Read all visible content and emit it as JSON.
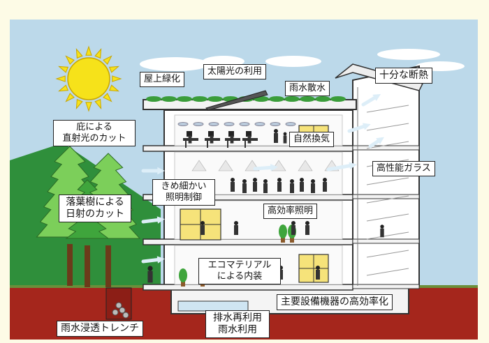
{
  "labels": {
    "rooftop_greening": "屋上緑化",
    "solar_use": "太陽光の利用",
    "rainwater_sprinkling": "雨水散水",
    "sufficient_insulation": "十分な断熱",
    "eaves_line1": "庇による",
    "eaves_line2": "直射光のカット",
    "natural_ventilation": "自然換気",
    "high_performance_glass": "高性能ガラス",
    "lighting_control_line1": "きめ細かい",
    "lighting_control_line2": "照明制御",
    "deciduous_line1": "落葉樹による",
    "deciduous_line2": "日射のカット",
    "high_efficiency_lighting": "高効率照明",
    "eco_material_line1": "エコマテリアル",
    "eco_material_line2": "による内装",
    "main_equipment_efficiency": "主要設備機器の高効率化",
    "rain_trench": "雨水浸透トレンチ",
    "wastewater_line1": "排水再利用",
    "wastewater_line2": "雨水利用"
  },
  "colors": {
    "frame_bg": "#fdfbe6",
    "sky": "#bcd9ea",
    "ground": "#a5261c",
    "grass": "#2f8f3b",
    "tree_light": "#7ccf5a",
    "tree_dark": "#3fa53c",
    "building_line": "#333333",
    "building_wall": "#ffffff",
    "window_yellow": "#f6e37a",
    "sun": "#f6e21a",
    "airflow": "#ddeef8"
  }
}
